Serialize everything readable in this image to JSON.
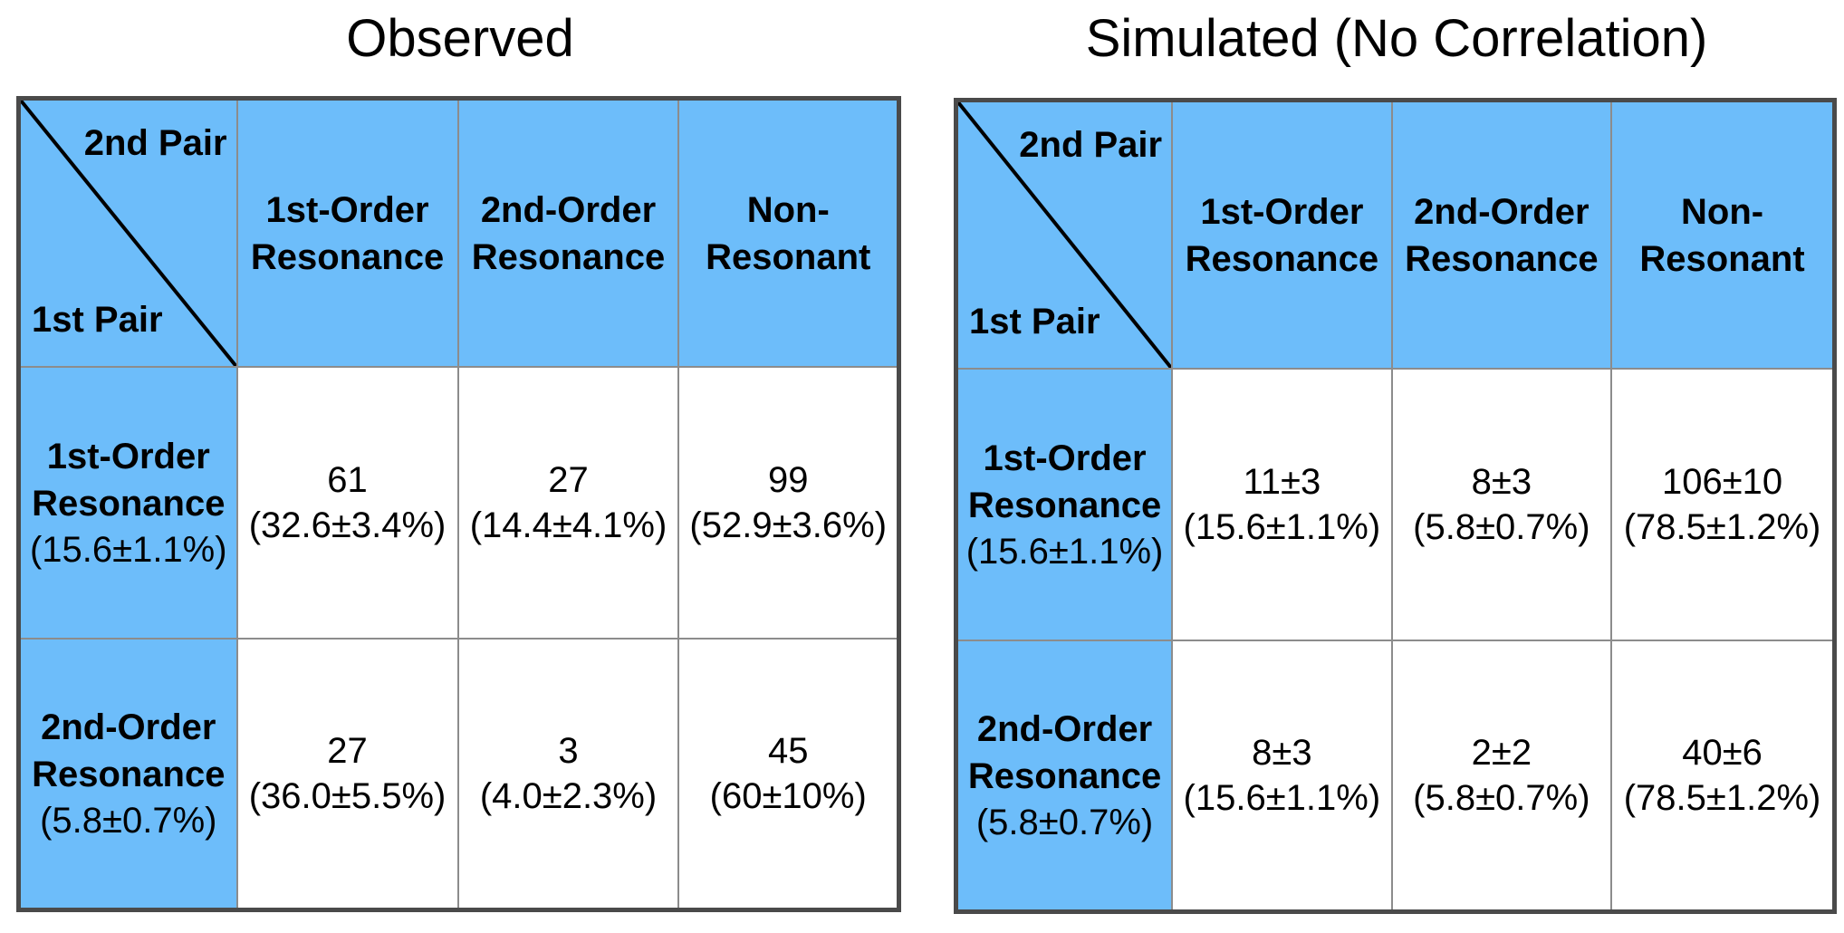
{
  "chart_data": [
    {
      "type": "table",
      "title": "Observed",
      "corner": {
        "col_label": "2nd Pair",
        "row_label": "1st Pair"
      },
      "columns": [
        {
          "line1": "1st-Order",
          "line2": "Resonance"
        },
        {
          "line1": "2nd-Order",
          "line2": "Resonance"
        },
        {
          "line1": "Non-",
          "line2": "Resonant"
        }
      ],
      "rows": [
        {
          "line1": "1st-Order",
          "line2": "Resonance",
          "pct": "(15.6±1.1%)",
          "cells": [
            {
              "count": "61",
              "pct": "(32.6±3.4%)"
            },
            {
              "count": "27",
              "pct": "(14.4±4.1%)"
            },
            {
              "count": "99",
              "pct": "(52.9±3.6%)"
            }
          ]
        },
        {
          "line1": "2nd-Order",
          "line2": "Resonance",
          "pct": "(5.8±0.7%)",
          "cells": [
            {
              "count": "27",
              "pct": "(36.0±5.5%)"
            },
            {
              "count": "3",
              "pct": "(4.0±2.3%)"
            },
            {
              "count": "45",
              "pct": "(60±10%)"
            }
          ]
        }
      ]
    },
    {
      "type": "table",
      "title": "Simulated (No Correlation)",
      "corner": {
        "col_label": "2nd Pair",
        "row_label": "1st Pair"
      },
      "columns": [
        {
          "line1": "1st-Order",
          "line2": "Resonance"
        },
        {
          "line1": "2nd-Order",
          "line2": "Resonance"
        },
        {
          "line1": "Non-",
          "line2": "Resonant"
        }
      ],
      "rows": [
        {
          "line1": "1st-Order",
          "line2": "Resonance",
          "pct": "(15.6±1.1%)",
          "cells": [
            {
              "count": "11±3",
              "pct": "(15.6±1.1%)"
            },
            {
              "count": "8±3",
              "pct": "(5.8±0.7%)"
            },
            {
              "count": "106±10",
              "pct": "(78.5±1.2%)"
            }
          ]
        },
        {
          "line1": "2nd-Order",
          "line2": "Resonance",
          "pct": "(5.8±0.7%)",
          "cells": [
            {
              "count": "8±3",
              "pct": "(15.6±1.1%)"
            },
            {
              "count": "2±2",
              "pct": "(5.8±0.7%)"
            },
            {
              "count": "40±6",
              "pct": "(78.5±1.2%)"
            }
          ]
        }
      ]
    }
  ],
  "colors": {
    "header_fill": "#6dbdfa",
    "cell_fill": "#ffffff",
    "outer_border": "#4a4a4a",
    "grid_line": "#8c8c8c"
  }
}
